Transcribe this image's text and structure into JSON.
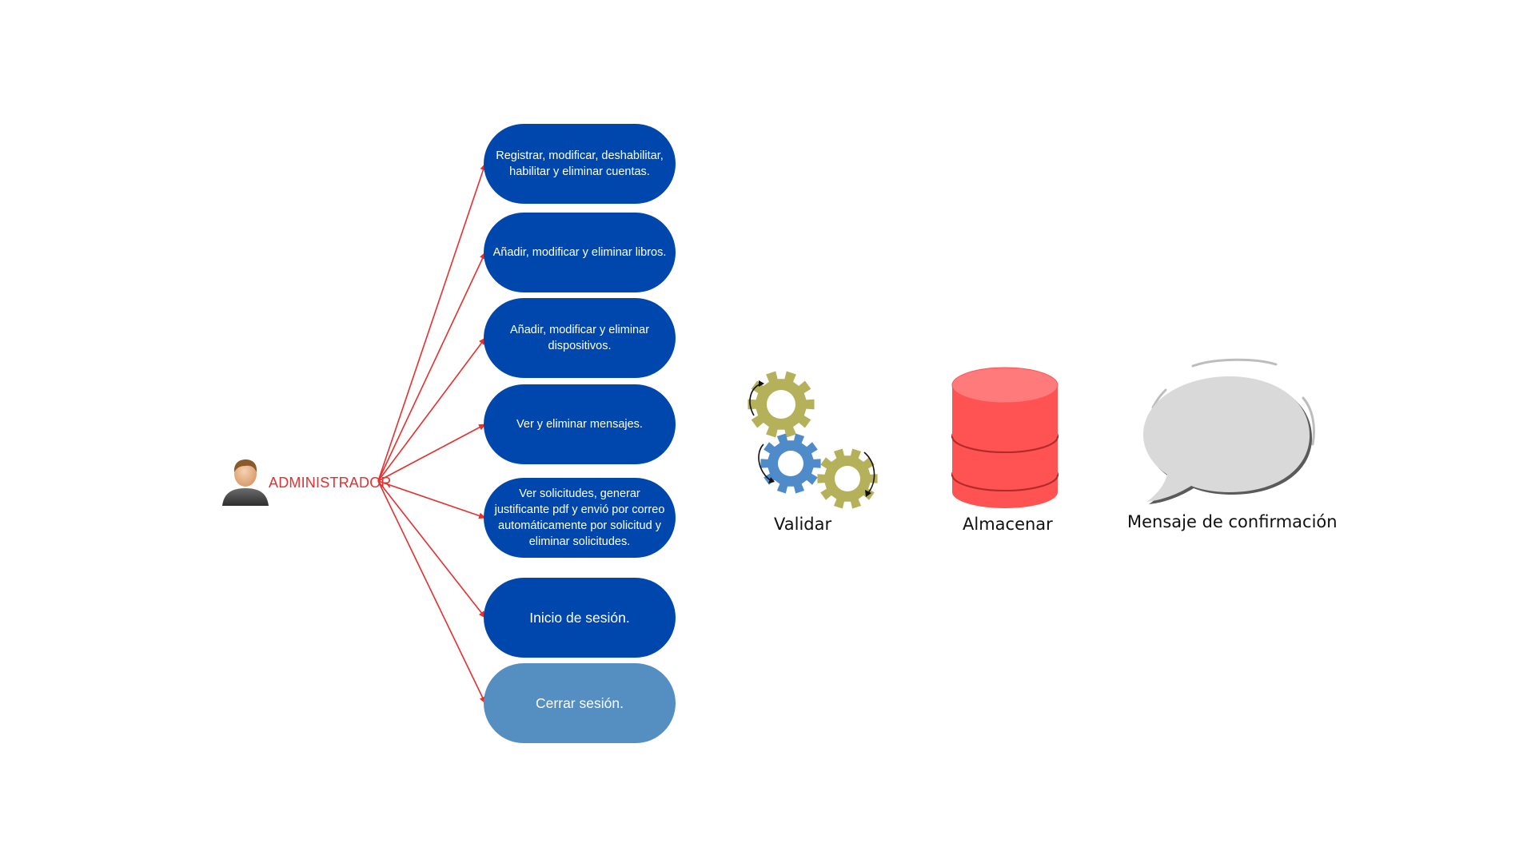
{
  "actor": {
    "icon": "user-icon",
    "label": "ADMINISTRADOR"
  },
  "use_cases": [
    {
      "label": "Registrar, modificar, deshabilitar, habilitar y eliminar cuentas."
    },
    {
      "label": "Añadir, modificar y eliminar libros."
    },
    {
      "label": "Añadir, modificar y eliminar dispositivos."
    },
    {
      "label": "Ver y eliminar mensajes."
    },
    {
      "label": "Ver solicitudes, generar justificante pdf y envió por correo automáticamente por solicitud y eliminar solicitudes."
    },
    {
      "label": "Inicio de sesión."
    },
    {
      "label": "Cerrar sesión."
    }
  ],
  "stages": [
    {
      "icon": "gears-icon",
      "label": "Validar"
    },
    {
      "icon": "database-icon",
      "label": "Almacenar"
    },
    {
      "icon": "speech-bubble-icon",
      "label": "Mensaje de confirmación"
    }
  ],
  "colors": {
    "pill": "#0047ad",
    "pill_light": "#558fc2",
    "arrow": "#e62f2f",
    "actor_label": "#e62f2f",
    "database": "#ff5555",
    "gear_olive": "#b5b15a",
    "gear_blue": "#4f8bc9",
    "bubble": "#d9d9d9"
  }
}
